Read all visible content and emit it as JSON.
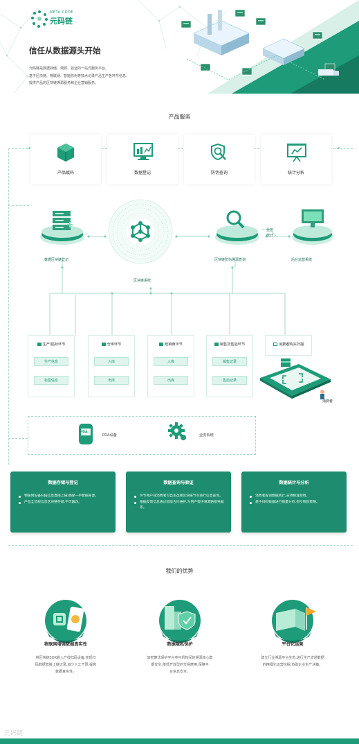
{
  "logo": {
    "en": "META CODE",
    "cn": "元码链"
  },
  "hero": {
    "title": "信任从数据源头开始",
    "desc": [
      "元码链是数据存储、溯源、验证的一站式服务平台,",
      "基于区块链、物联网、智能防伪等技术记录产品生产各环节信息,",
      "提供产品的区块链溯源服务和企业营销服务。"
    ]
  },
  "product_section": {
    "title": "产品服务",
    "services": [
      {
        "label": "产品赋码",
        "icon": "cube-icon"
      },
      {
        "label": "数据登记",
        "icon": "dashboard-icon"
      },
      {
        "label": "防伪查询",
        "icon": "search-shield-icon"
      },
      {
        "label": "统计分析",
        "icon": "presentation-chart-icon"
      }
    ],
    "nodes": {
      "register": "数据区块链登记",
      "blockchain": "区块链系统",
      "trace_query": "区块链防伪溯源查询",
      "backend": "后台运营系统",
      "side_label": [
        "业务",
        "统计"
      ]
    },
    "stages": [
      {
        "title": "生产/贴标环节",
        "records": [
          "生产信息",
          "标签信息"
        ]
      },
      {
        "title": "仓库环节",
        "records": [
          "入库",
          "出库"
        ]
      },
      {
        "title": "经销商环节",
        "records": [
          "入库",
          "出库"
        ]
      },
      {
        "title": "销售及售后环节",
        "records": [
          "销售记录",
          "售后记录"
        ]
      }
    ],
    "consumer": {
      "scan": "消费者购买扫描",
      "label": "消费者"
    },
    "devices": {
      "pda_badge": "PDA",
      "pda": "PDA设备",
      "biz": "业务系统"
    },
    "cards": [
      {
        "title": "数据存储与登记",
        "items": [
          "物联网设备扫描信息直接上链,确保一手数据来源。",
          "产品全流程信息区块链存储,不可篡改。"
        ]
      },
      {
        "title": "数据查询与验证",
        "items": [
          "环节用户或消费者可自主选择区块链节点进行信息查询。",
          "根据反馈信息通过智能合约维护,为用户提供溯源赔偿凭据等。"
        ]
      },
      {
        "title": "数据统计与分析",
        "items": [
          "消费者查询数据统计,支持精准营销。",
          "基于扫码数据进行销量分析,指引销售策略。"
        ]
      }
    ]
  },
  "advantages": {
    "title": "我们的优势",
    "items": [
      {
        "title": "物联网增强数据真实性",
        "desc": [
          "将区块链SDK嵌入产线扫码设备,实现扫",
          "码数据直接上链记录,减少人工干预,提高",
          "数据真实性。"
        ]
      },
      {
        "title": "数据隐私保护",
        "desc": [
          "加密算法保护平台参与机构间的溯源核心数",
          "据安全,降低开放型的交易摩擦,保障平",
          "台信息安全。"
        ]
      },
      {
        "title": "平台化运营",
        "desc": [
          "建立行业溯源平台生态,进行生产流通数据",
          "的精细化运营挖掘,协助企业生产决策。"
        ]
      }
    ]
  },
  "watermark": "元码链",
  "colors": {
    "primary": "#1e9b79",
    "dark_card": "#1e8c6e",
    "light": "#dff4ed"
  }
}
